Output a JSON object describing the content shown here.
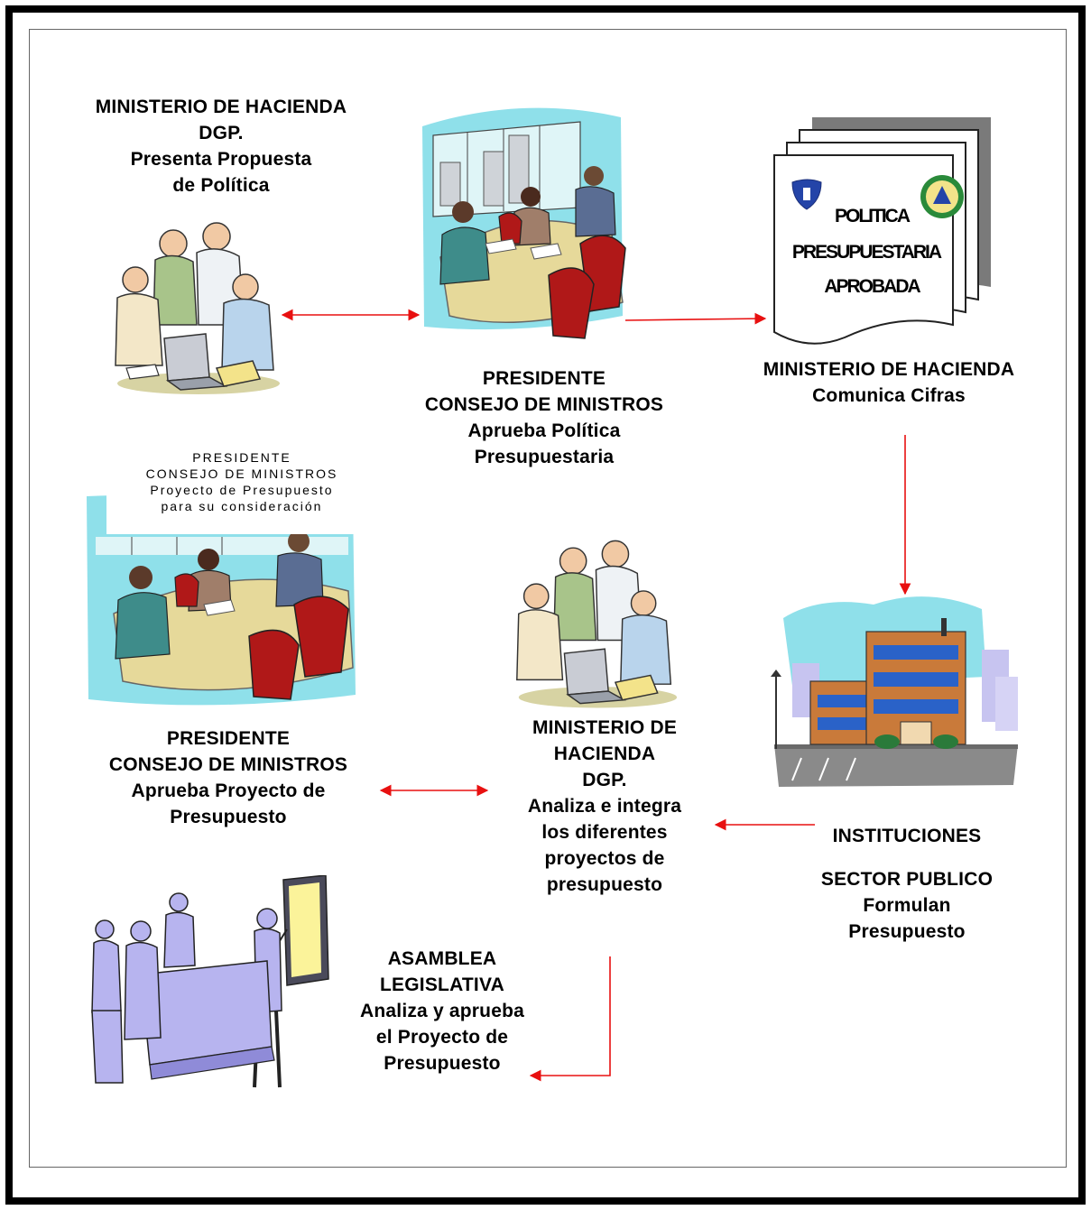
{
  "labels": {
    "top_left": [
      "MINISTERIO DE HACIENDA",
      "DGP.",
      "Presenta Propuesta",
      "de Política"
    ],
    "top_center": [
      "PRESIDENTE",
      "CONSEJO DE MINISTROS",
      "Aprueba Política",
      "Presupuestaria"
    ],
    "top_right": [
      "MINISTERIO DE HACIENDA",
      "Comunica Cifras"
    ],
    "mid_left_caption": [
      "PRESIDENTE",
      "CONSEJO DE MINISTROS",
      "Proyecto de Presupuesto",
      "para su consideración"
    ],
    "mid_left": [
      "PRESIDENTE",
      "CONSEJO DE MINISTROS",
      "Aprueba Proyecto de",
      "Presupuesto"
    ],
    "center": [
      "MINISTERIO DE",
      "HACIENDA",
      "DGP.",
      "Analiza e integra",
      "los diferentes",
      "proyectos de",
      "presupuesto"
    ],
    "right_institutions": [
      "INSTITUCIONES"
    ],
    "right_sector": [
      "SECTOR PUBLICO",
      "Formulan",
      "Presupuesto"
    ],
    "bottom": [
      "ASAMBLEA",
      "LEGISLATIVA",
      "Analiza y aprueba",
      "el Proyecto de",
      "Presupuesto"
    ]
  },
  "document": {
    "title_lines": [
      "POLITICA",
      "PRESUPUESTARIA",
      "APROBADA"
    ]
  },
  "colors": {
    "arrow": "#e81010",
    "border": "#000000",
    "sky": "#8fe0ea",
    "table": "#e6d99a",
    "chair": "#b01818",
    "building": "#c97a3a",
    "window": "#2a62c8",
    "lavender": "#b7b4ef",
    "flag_blue": "#2444a8",
    "flag_green": "#2a8a3a"
  },
  "icons": {
    "meeting_room": "meeting-illustration",
    "working_group": "team-illustration",
    "document": "document-stack-illustration",
    "building": "government-building-illustration",
    "presentation": "presentation-illustration"
  }
}
